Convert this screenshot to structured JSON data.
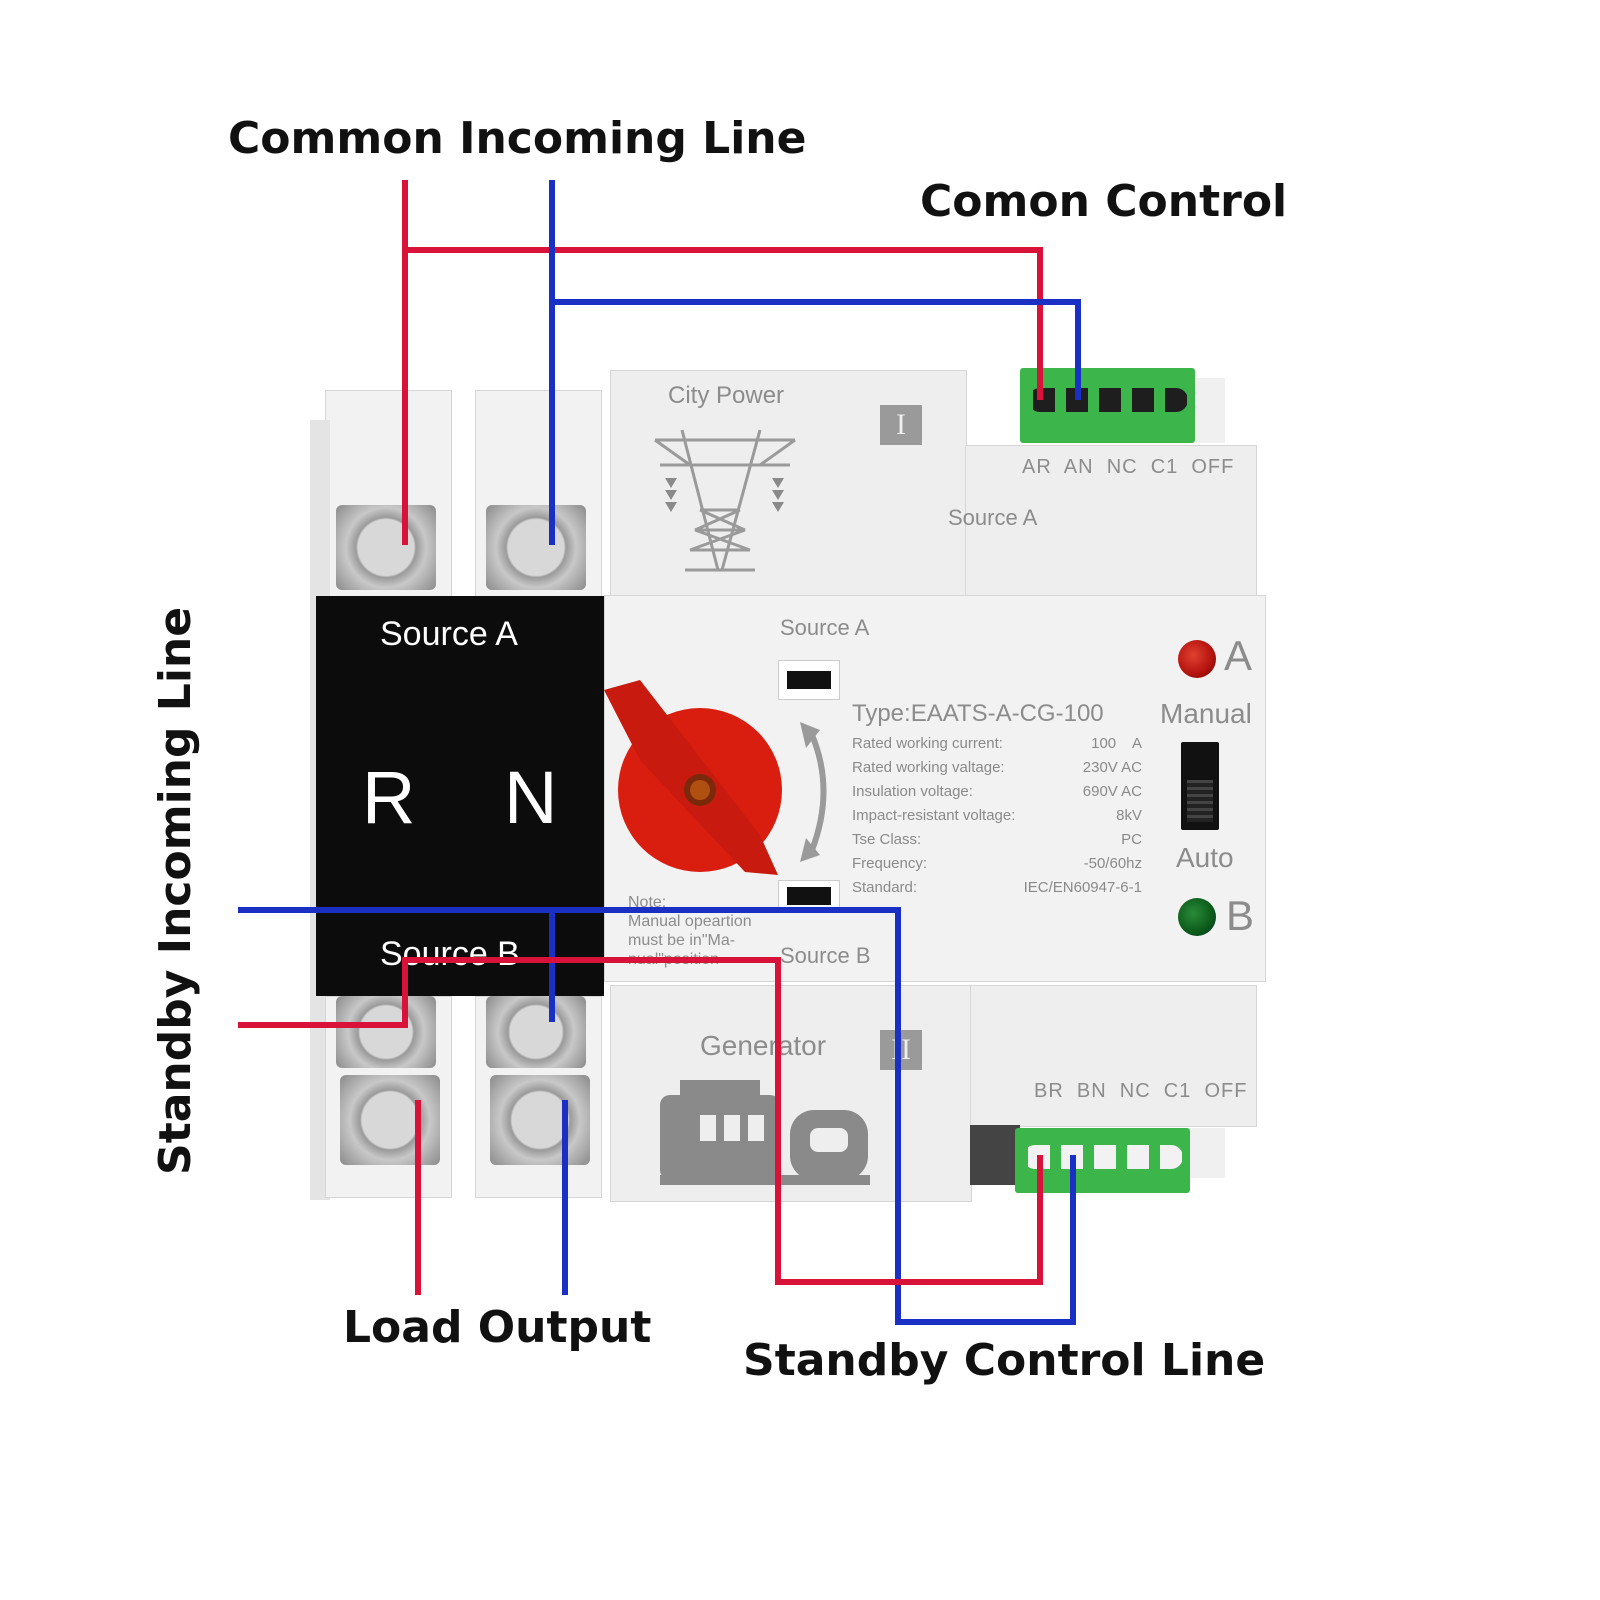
{
  "callouts": {
    "common_incoming_line": "Common Incoming Line",
    "common_control": "Comon Control",
    "standby_incoming_line": "Standby Incoming Line",
    "load_output": "Load Output",
    "standby_control_line": "Standby Control Line"
  },
  "device": {
    "top_module": {
      "title": "City Power",
      "roman": "I",
      "terminals": "AR  AN  NC  C1  OFF",
      "source": "Source A"
    },
    "main_module": {
      "block_source_a": "Source A",
      "block_r": "R",
      "block_n": "N",
      "block_source_b": "Source B",
      "label_source_a": "Source A",
      "label_source_b": "Source B",
      "note": "Note:\nManual opeartion\nmust be in\"Ma-\nnual\"position",
      "type": "Type:EAATS-A-CG-100",
      "specs": [
        {
          "label": "Rated working current:",
          "value": "100    A"
        },
        {
          "label": "Rated working valtage:",
          "value": "230V AC"
        },
        {
          "label": "Insulation voltage:",
          "value": "690V AC"
        },
        {
          "label": "Impact-resistant voltage:",
          "value": "8kV"
        },
        {
          "label": "Tse Class:",
          "value": "PC"
        },
        {
          "label": "Frequency:",
          "value": "-50/60hz"
        },
        {
          "label": "Standard:",
          "value": "IEC/EN60947-6-1"
        }
      ],
      "indicator_a": "A",
      "indicator_b": "B",
      "manual": "Manual",
      "auto": "Auto"
    },
    "bottom_module": {
      "title": "Generator",
      "roman": "II",
      "terminals": "BR  BN  NC  C1  OFF"
    }
  },
  "colors": {
    "live_wire": "#d9123a",
    "neutral_wire": "#1a2fc4",
    "terminal_green": "#3cb54a",
    "handle_red": "#d91e10",
    "indicator_a": "#b3120e",
    "indicator_b": "#0b5a18"
  }
}
